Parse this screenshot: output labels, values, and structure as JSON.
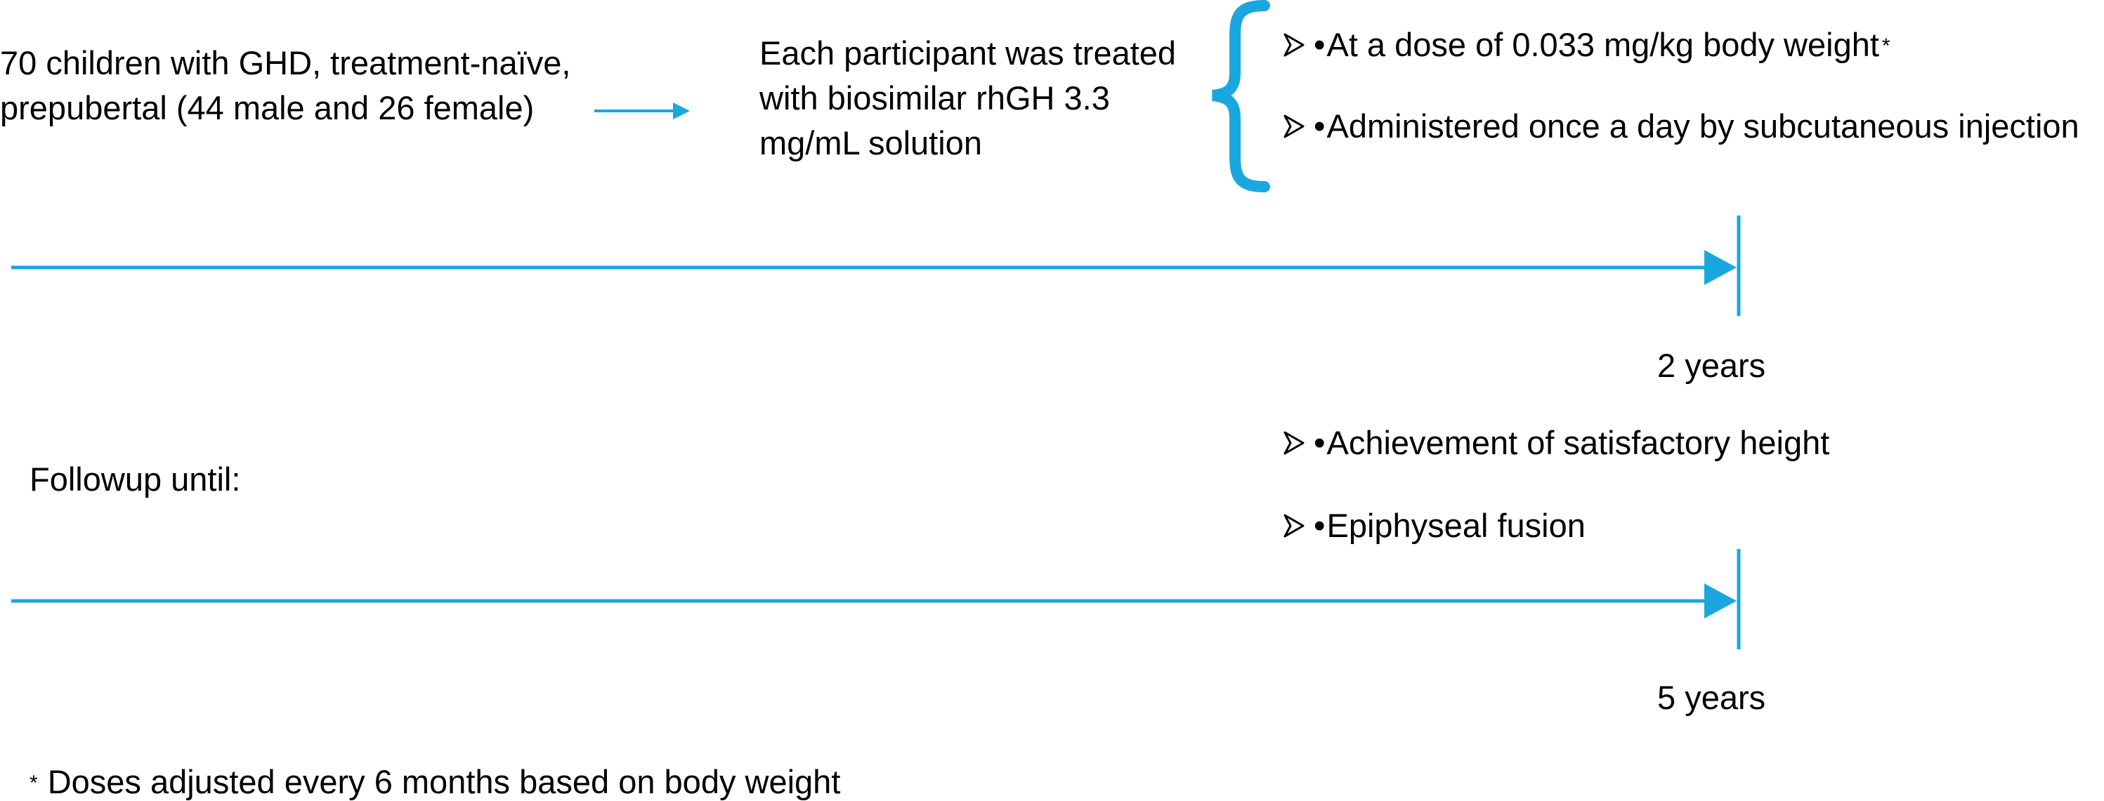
{
  "intro": {
    "population_lines": [
      "70 children with GHD, treatment-naïve,",
      "prepubertal (44 male and 26 female)"
    ],
    "treatment_lines": [
      "Each participant was treated",
      "with biosimilar rhGH 3.3",
      "mg/mL solution"
    ]
  },
  "dose_bullets": [
    {
      "bullet": "•",
      "text": "At a dose of 0.033 mg/kg body weight",
      "mark": "*"
    },
    {
      "bullet": "•",
      "text": "Administered once a day by subcutaneous injection"
    }
  ],
  "timeline_1": {
    "label": "2 years"
  },
  "followup": {
    "label": "Followup until:",
    "bullets": [
      {
        "bullet": "•",
        "text": "Achievement of satisfactory height"
      },
      {
        "bullet": "•",
        "text": "Epiphyseal fusion"
      }
    ]
  },
  "timeline_2": {
    "label": "5 years"
  },
  "footnote": {
    "mark": "*",
    "text": "Doses adjusted every 6 months based on body weight"
  },
  "colors": {
    "accent": "#1aa7e0",
    "text": "#000000"
  },
  "icons": {
    "list_marker": "arrowhead-bullet-icon",
    "connector": "right-arrow-icon",
    "brace": "curly-brace-icon"
  }
}
